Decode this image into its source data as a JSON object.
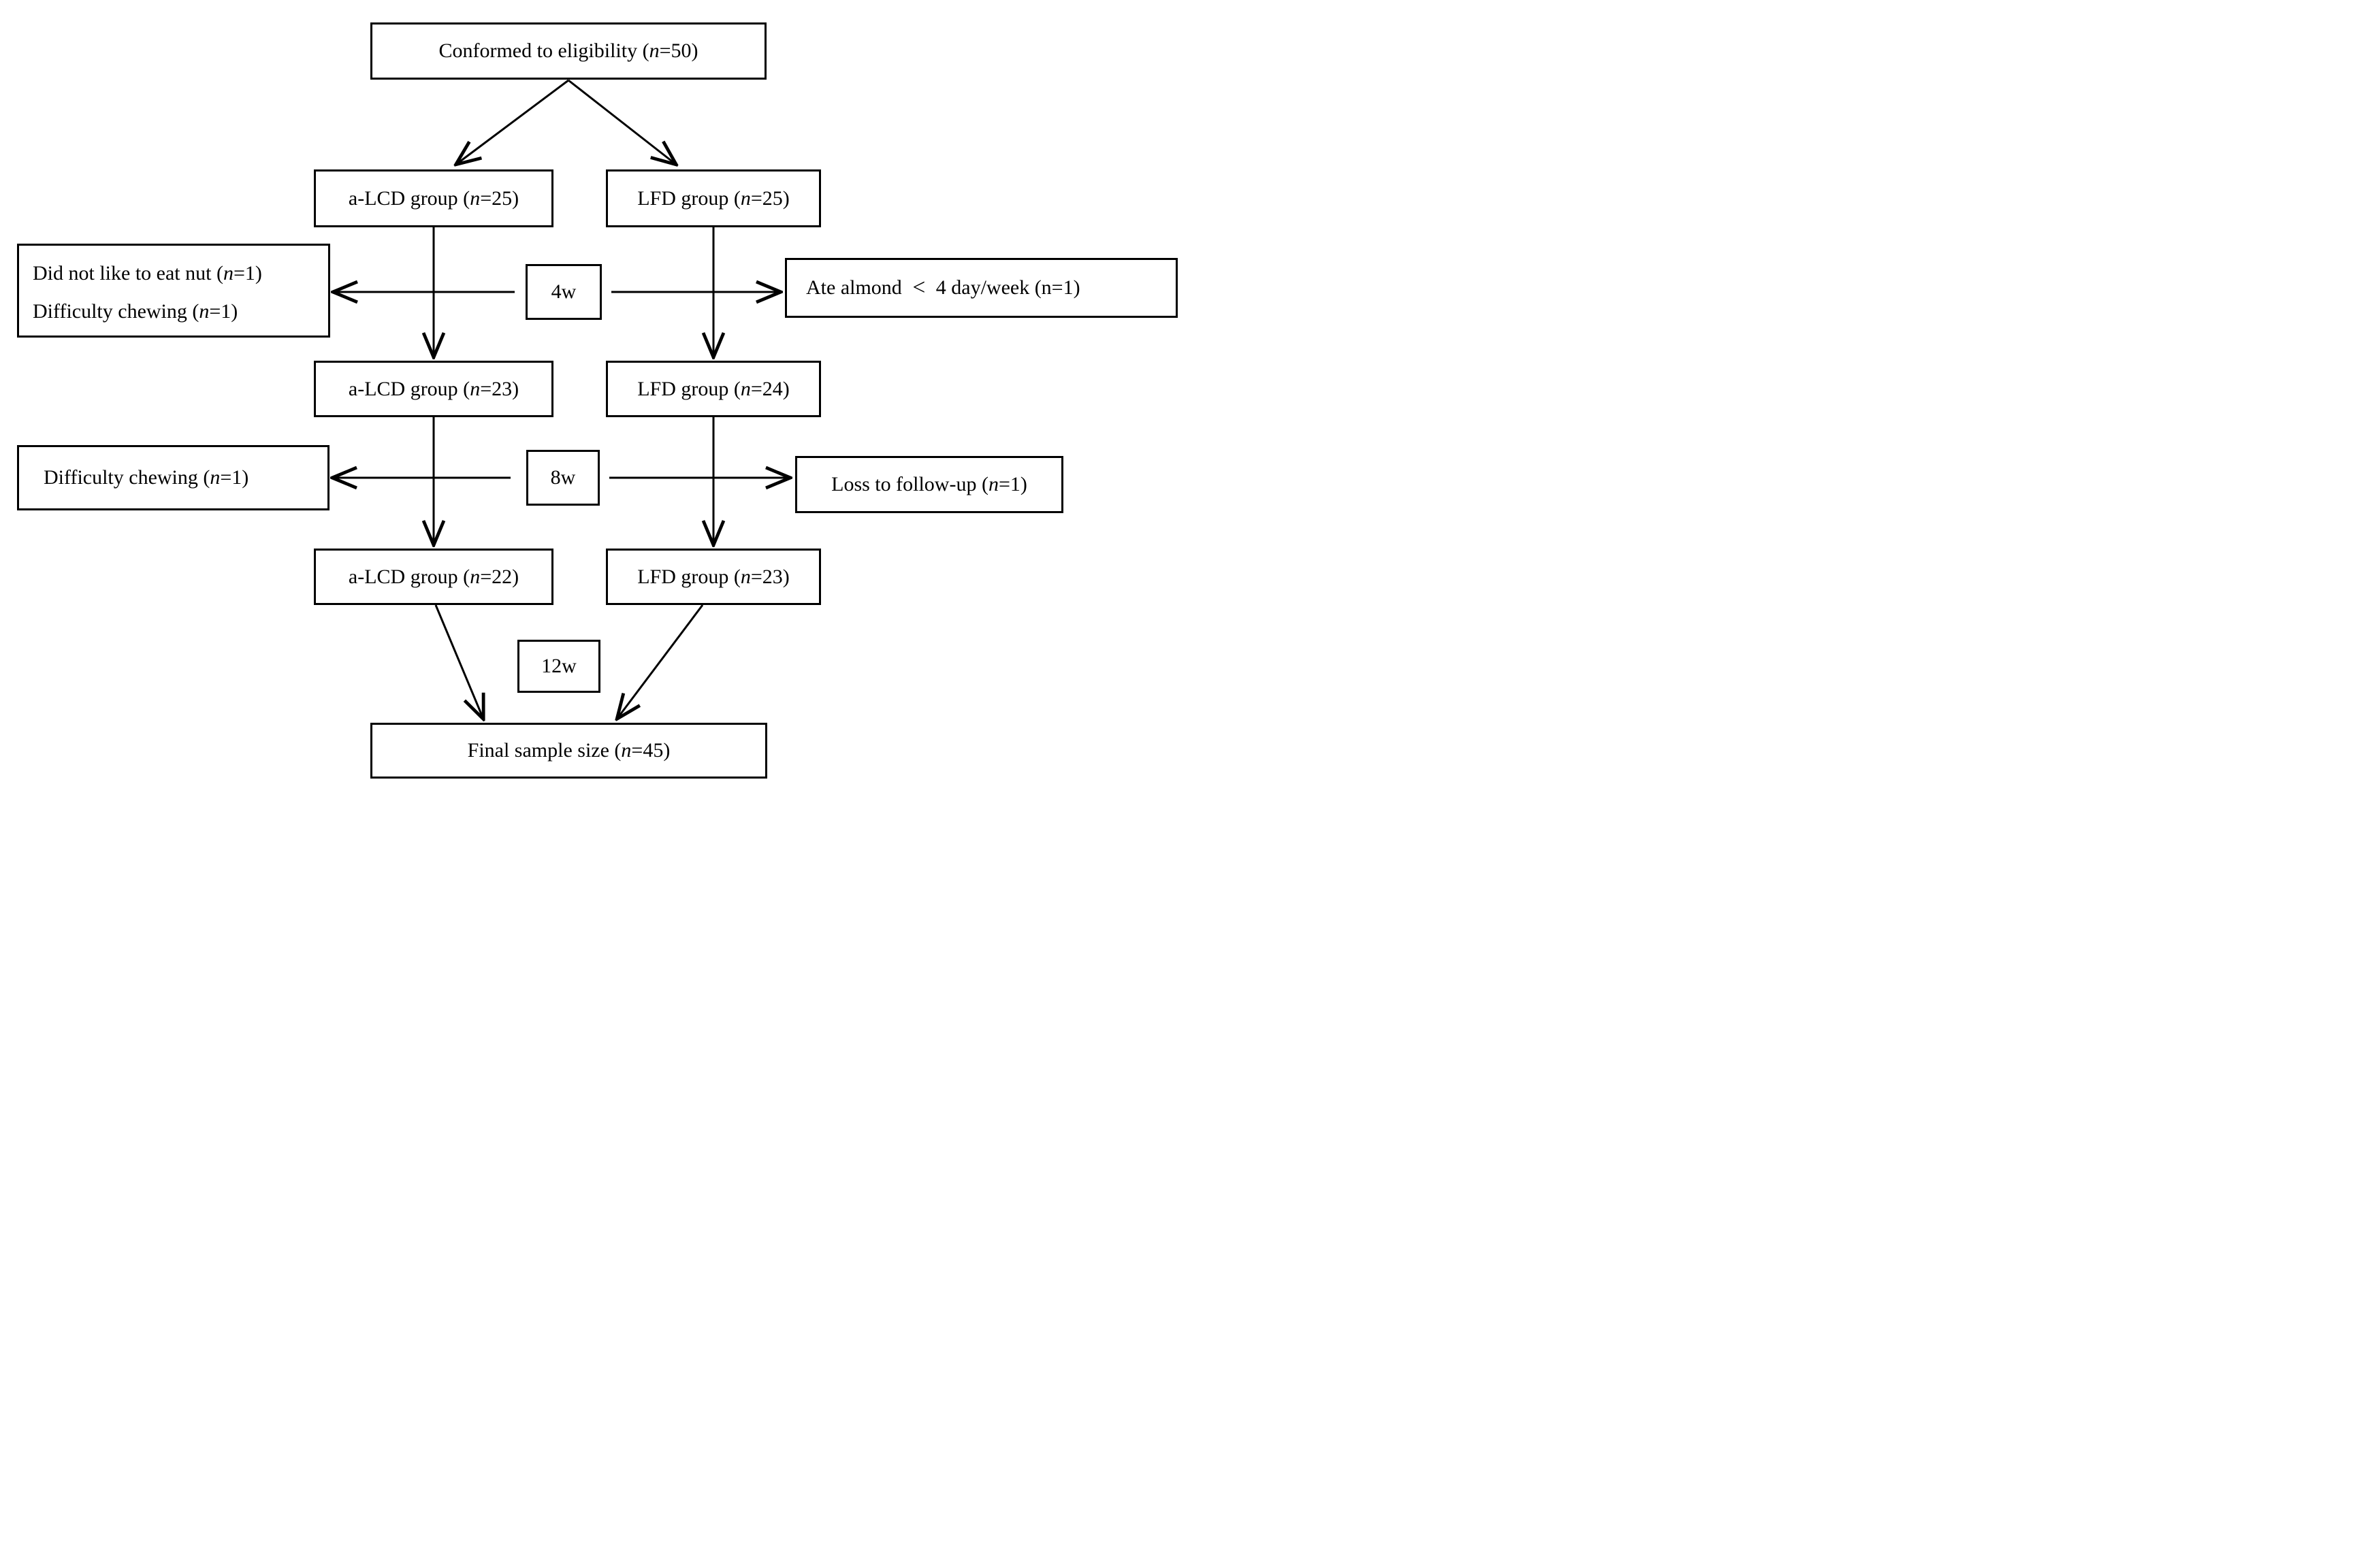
{
  "figure": {
    "type": "participant-flow-diagram",
    "background_color": "#ffffff",
    "line_color": "#000000",
    "text_color": "#000000",
    "nodes": {
      "eligibility": {
        "segments": [
          {
            "t": "Conformed to eligibility ("
          },
          {
            "t": "n",
            "i": true
          },
          {
            "t": "=50)"
          }
        ]
      },
      "alcd_25": {
        "segments": [
          {
            "t": "a-LCD group ("
          },
          {
            "t": "n",
            "i": true
          },
          {
            "t": "=25)"
          }
        ]
      },
      "lfd_25": {
        "segments": [
          {
            "t": "LFD group ("
          },
          {
            "t": "n",
            "i": true
          },
          {
            "t": "=25)"
          }
        ]
      },
      "excl_nut": {
        "lines": [
          [
            {
              "t": "Did not like to eat nut ("
            },
            {
              "t": "n",
              "i": true
            },
            {
              "t": "=1)"
            }
          ],
          [
            {
              "t": "Difficulty chewing ("
            },
            {
              "t": "n",
              "i": true
            },
            {
              "t": "=1)"
            }
          ]
        ]
      },
      "week4": {
        "label": "4w"
      },
      "excl_almond": {
        "segments": [
          {
            "t": "Ate almond "
          },
          {
            "t": "<",
            "c": "lt"
          },
          {
            "t": " 4 day/week (n=1)"
          }
        ]
      },
      "alcd_23": {
        "segments": [
          {
            "t": "a-LCD group ("
          },
          {
            "t": "n",
            "i": true
          },
          {
            "t": "=23)"
          }
        ]
      },
      "lfd_24": {
        "segments": [
          {
            "t": "LFD group ("
          },
          {
            "t": "n",
            "i": true
          },
          {
            "t": "=24)"
          }
        ]
      },
      "excl_chewing": {
        "segments": [
          {
            "t": "Difficulty chewing ("
          },
          {
            "t": "n",
            "i": true
          },
          {
            "t": "=1)"
          }
        ]
      },
      "week8": {
        "label": "8w"
      },
      "excl_followup": {
        "segments": [
          {
            "t": "Loss to follow-up ("
          },
          {
            "t": "n",
            "i": true
          },
          {
            "t": "=1)"
          }
        ]
      },
      "alcd_22": {
        "segments": [
          {
            "t": "a-LCD group ("
          },
          {
            "t": "n",
            "i": true
          },
          {
            "t": "=22)"
          }
        ]
      },
      "lfd_23": {
        "segments": [
          {
            "t": "LFD group ("
          },
          {
            "t": "n",
            "i": true
          },
          {
            "t": "=23)"
          }
        ]
      },
      "week12": {
        "label": "12w"
      },
      "final": {
        "segments": [
          {
            "t": "Final sample size ("
          },
          {
            "t": "n",
            "i": true
          },
          {
            "t": "=45)"
          }
        ]
      }
    },
    "edges": [
      {
        "from": "eligibility",
        "to": "alcd_25"
      },
      {
        "from": "eligibility",
        "to": "lfd_25"
      },
      {
        "from": "alcd_25",
        "to": "alcd_23",
        "via": "week4"
      },
      {
        "from": "lfd_25",
        "to": "lfd_24",
        "via": "week4"
      },
      {
        "from": "week4",
        "to": "excl_nut"
      },
      {
        "from": "week4",
        "to": "excl_almond"
      },
      {
        "from": "alcd_23",
        "to": "alcd_22",
        "via": "week8"
      },
      {
        "from": "lfd_24",
        "to": "lfd_23",
        "via": "week8"
      },
      {
        "from": "week8",
        "to": "excl_chewing"
      },
      {
        "from": "week8",
        "to": "excl_followup"
      },
      {
        "from": "alcd_22",
        "to": "final",
        "via": "week12"
      },
      {
        "from": "lfd_23",
        "to": "final",
        "via": "week12"
      }
    ]
  }
}
